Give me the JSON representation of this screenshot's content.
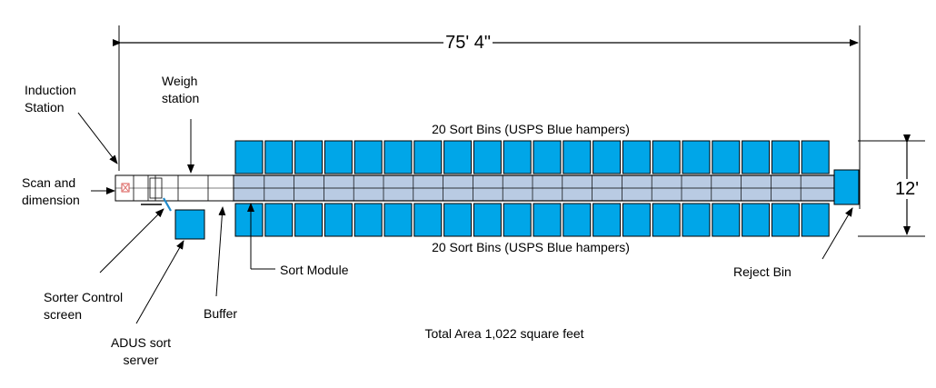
{
  "diagram": {
    "overall_length": "75' 4\"",
    "width_dimension": "12'",
    "top_bins_label": "20 Sort Bins (USPS Blue hampers)",
    "bottom_bins_label": "20 Sort Bins (USPS Blue hampers)",
    "bins_per_side": 20,
    "total_area": "Total Area 1,022 square feet",
    "callouts": {
      "induction_station": "Induction\nStation",
      "weigh_station": "Weigh\nstation",
      "scan_and_dimension": "Scan and\ndimension",
      "sorter_control_screen": "Sorter Control\nscreen",
      "adus_sort_server": "ADUS sort\nserver",
      "buffer": "Buffer",
      "sort_module": "Sort Module",
      "reject_bin": "Reject Bin"
    },
    "colors": {
      "bin_fill": "#00a6e8",
      "conveyor_fill": "#b9cbe3",
      "outline": "#000000",
      "scanner_marker": "#d9534f",
      "control_screen": "#1e88c9"
    }
  }
}
